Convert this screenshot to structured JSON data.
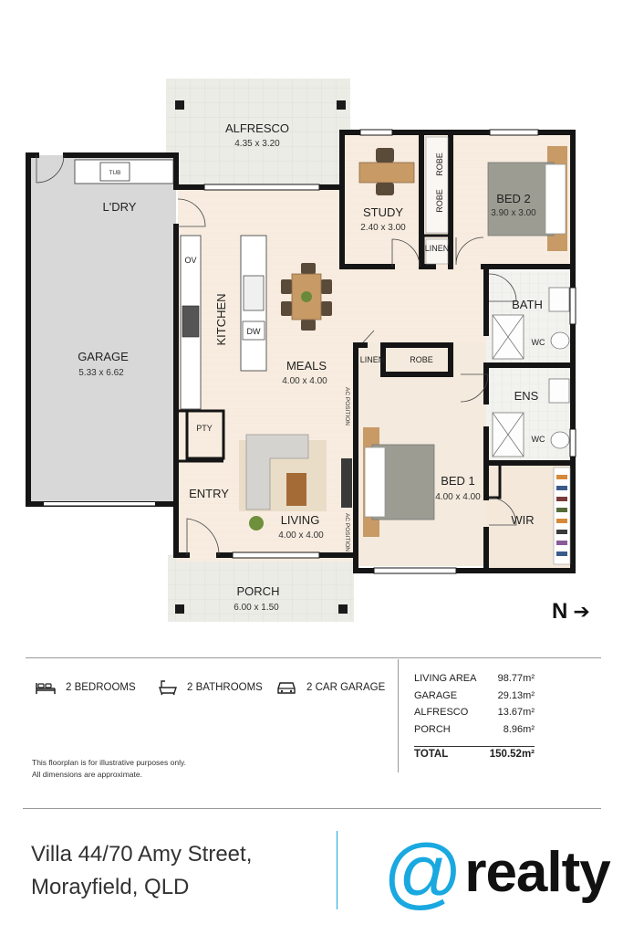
{
  "rooms": {
    "alfresco": {
      "name": "ALFRESCO",
      "dims": "4.35 x 3.20"
    },
    "laundry": {
      "name": "L'DRY",
      "fixture": "TUB"
    },
    "garage": {
      "name": "GARAGE",
      "dims": "5.33 x 6.62"
    },
    "study": {
      "name": "STUDY",
      "dims": "2.40 x 3.00"
    },
    "bed2": {
      "name": "BED 2",
      "dims": "3.90 x 3.00"
    },
    "robe_top": "ROBE",
    "robe_bottom": "ROBE",
    "linen_top": "LINEN",
    "kitchen": {
      "name": "KITCHEN",
      "ov": "OV",
      "dw": "DW"
    },
    "meals": {
      "name": "MEALS",
      "dims": "4.00 x 4.00"
    },
    "bath": {
      "name": "BATH",
      "wc": "WC"
    },
    "linen_mid": "LINEN",
    "robe_mid": "ROBE",
    "ens": {
      "name": "ENS",
      "wc": "WC"
    },
    "pty": "PTY",
    "bed1": {
      "name": "BED 1",
      "dims": "4.00 x 4.00"
    },
    "entry": "ENTRY",
    "living": {
      "name": "LIVING",
      "dims": "4.00 x 4.00"
    },
    "wir": "WIR",
    "porch": {
      "name": "PORCH",
      "dims": "6.00 x 1.50"
    },
    "ac_label": "AC POSITION"
  },
  "north": {
    "letter": "N",
    "arrow": "➔"
  },
  "features": [
    {
      "icon": "bed-icon",
      "label": "2 BEDROOMS"
    },
    {
      "icon": "bathtub-icon",
      "label": "2 BATHROOMS"
    },
    {
      "icon": "car-icon",
      "label": "2 CAR GARAGE"
    }
  ],
  "areas": {
    "rows": [
      {
        "label": "LIVING AREA",
        "value": "98.77m²"
      },
      {
        "label": "GARAGE",
        "value": "29.13m²"
      },
      {
        "label": "ALFRESCO",
        "value": "13.67m²"
      },
      {
        "label": "PORCH",
        "value": "8.96m²"
      }
    ],
    "total_label": "TOTAL",
    "total_value": "150.52m²"
  },
  "disclaimer": {
    "line1": "This floorplan is for illustrative purposes only.",
    "line2": "All dimensions are approximate."
  },
  "address": {
    "line1": "Villa 44/70 Amy Street,",
    "line2": "Morayfield, QLD"
  },
  "logo": {
    "at": "@",
    "name": "realty"
  },
  "colors": {
    "wall": "#151515",
    "floor": "#f6ece0",
    "garage": "#d9d9d9",
    "tile": "#ebebe6",
    "accent": "#1aa8e0"
  }
}
